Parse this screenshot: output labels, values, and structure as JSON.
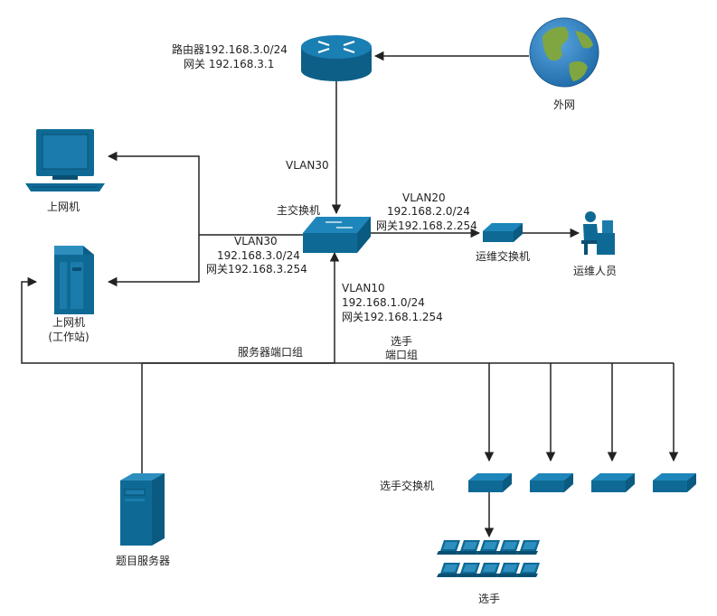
{
  "router": {
    "line1": "路由器192.168.3.0/24",
    "line2": "网关  192.168.3.1"
  },
  "internet": {
    "label": "外网"
  },
  "pc_top": {
    "label": "上网机"
  },
  "workstation": {
    "line1": "上网机",
    "line2": "(工作站)"
  },
  "main_switch": {
    "label": "主交换机"
  },
  "links": {
    "router_to_main": "VLAN30",
    "vlan20": {
      "line1": "VLAN20",
      "line2": "192.168.2.0/24",
      "line3": "网关192.168.2.254"
    },
    "vlan30": {
      "line1": "VLAN30",
      "line2": "192.168.3.0/24",
      "line3": "网关192.168.3.254"
    },
    "vlan10": {
      "line1": "VLAN10",
      "line2": "192.168.1.0/24",
      "line3": "网关192.168.1.254"
    }
  },
  "ops_switch": {
    "label": "运维交换机"
  },
  "ops_person": {
    "label": "运维人员"
  },
  "server_port_group": {
    "label": "服务器端口组"
  },
  "player_port_group": {
    "line1": "选手",
    "line2": "端口组"
  },
  "player_switch": {
    "label": "选手交换机"
  },
  "players": {
    "label": "选手"
  },
  "server": {
    "label": "题目服务器"
  },
  "colors": {
    "device": "#0e6a95",
    "device_light": "#2e8fbf",
    "line": "#222222",
    "globe_sea": "#2b7fc0",
    "globe_land": "#7fa641"
  }
}
